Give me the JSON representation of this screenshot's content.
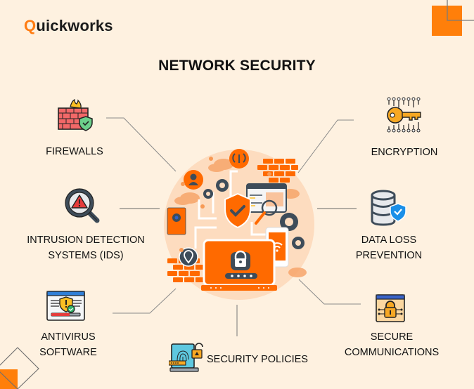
{
  "brand": {
    "logo_first": "Q",
    "logo_rest": "uickworks"
  },
  "title": "NETWORK SECURITY",
  "colors": {
    "background": "#fef1e0",
    "accent": "#ff7b10",
    "center_circle": "#fde0c4",
    "line": "#888888"
  },
  "items": [
    {
      "id": "firewalls",
      "label_lines": [
        "FIREWALLS"
      ],
      "icon": "brick-wall-fire-shield-icon"
    },
    {
      "id": "encryption",
      "label_lines": [
        "ENCRYPTION"
      ],
      "icon": "circuit-key-icon"
    },
    {
      "id": "ids",
      "label_lines": [
        "INTRUSION DETECTION",
        "SYSTEMS (IDS)"
      ],
      "icon": "magnifier-warning-icon"
    },
    {
      "id": "dlp",
      "label_lines": [
        "DATA LOSS",
        "PREVENTION"
      ],
      "icon": "database-shield-icon"
    },
    {
      "id": "antivirus",
      "label_lines": [
        "ANTIVIRUS",
        "SOFTWARE"
      ],
      "icon": "browser-shield-warning-icon"
    },
    {
      "id": "secure-comms",
      "label_lines": [
        "SECURE",
        "COMMUNICATIONS"
      ],
      "icon": "browser-padlock-circuit-icon"
    },
    {
      "id": "policies",
      "label_lines": [
        "SECURITY POLICIES"
      ],
      "icon": "laptop-fingerprint-lock-icon"
    }
  ],
  "center": {
    "password_mask": "••••",
    "illustration": "network-security-illustration"
  }
}
